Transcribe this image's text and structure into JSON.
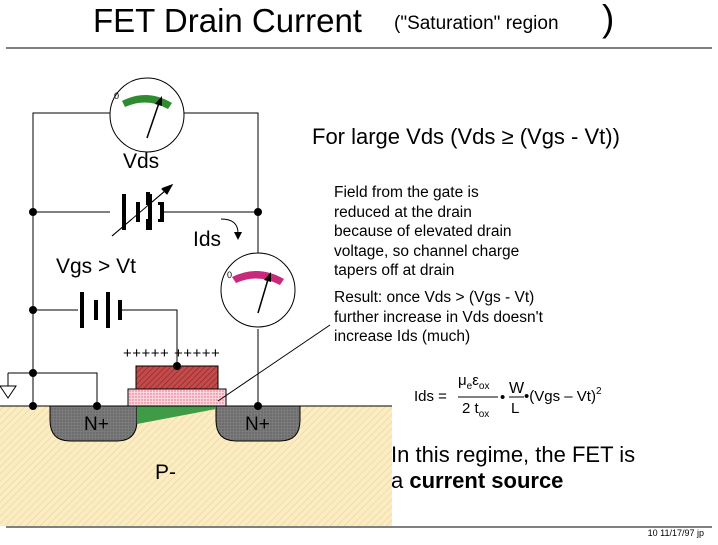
{
  "title": {
    "main": "FET Drain Current",
    "parenthetical": "(\"Saturation\" region",
    "close_paren": ")"
  },
  "condition_text": "For large Vds (Vds ≥ (Vgs - Vt))",
  "field_note": [
    "Field from the gate is",
    "reduced at the drain",
    "because of elevated drain",
    "voltage, so channel charge",
    "tapers off at drain"
  ],
  "result_note": [
    "Result:  once Vds > (Vgs - Vt)",
    "further increase in Vds doesn't",
    "increase Ids (much)"
  ],
  "formula": {
    "lhs": "Ids =",
    "mu": "μ",
    "mu_sub": "e",
    "eps": "ε",
    "eps_sub": "ox",
    "den": "2 t",
    "den_sub": "ox",
    "dot": "•",
    "w": "W",
    "l": "L",
    "rhs": "•(Vgs – Vt)",
    "exp": "2"
  },
  "regime": {
    "line1": "In this regime, the FET is",
    "line2_prefix": "a ",
    "line2_bold": "current source"
  },
  "circuit": {
    "vds_label": "Vds",
    "ids_label": "Ids",
    "vgs_label": "Vgs > Vt",
    "n_left": "N+",
    "n_right": "N+",
    "substrate": "P-",
    "gate_charge": "+++++ +++++",
    "meter_zero_1": "0",
    "meter_zero_2": "0"
  },
  "colors": {
    "substrate": "#fbecc2",
    "n_region": "#6e6e6e",
    "channel": "#3f9b46",
    "gate": "#b03a3a",
    "oxide": "#f2a6b6",
    "meter1_scale": "#2e8b2e",
    "meter2_scale": "#c8297a"
  },
  "footer": "10   11/17/97  jp"
}
